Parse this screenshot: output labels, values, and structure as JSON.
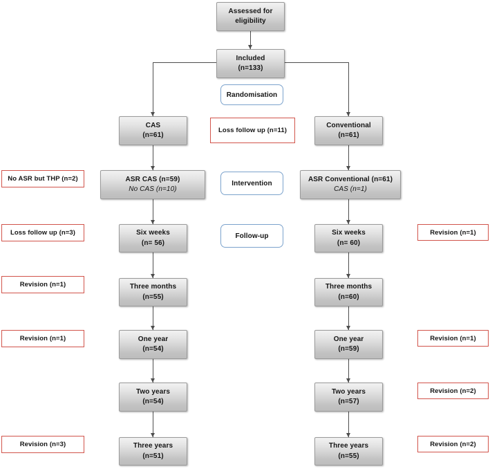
{
  "diagram": {
    "title": "CONSORT-style participant flow diagram",
    "colors": {
      "box_fill_light": "#f2f2f2",
      "box_fill_dark": "#bdbdbd",
      "box_border": "#9a9a9a",
      "red_border": "#d1534a",
      "blue_border": "#7ba2cc",
      "connector": "#4d4d4d",
      "text": "#141414"
    },
    "top": {
      "assessed": {
        "line1": "Assessed for",
        "line2": "eligibility"
      },
      "included": {
        "line1": "Included",
        "line2": "(n=133)"
      }
    },
    "stage_labels": {
      "randomisation": "Randomisation",
      "intervention": "Intervention",
      "followup": "Follow-up"
    },
    "center_notes": {
      "loss_followup_11": "Loss follow up (n=11)"
    },
    "left_arm": {
      "allocation": {
        "line1": "CAS",
        "line2": "(n=61)"
      },
      "intervention": {
        "line1": "ASR CAS (n=59)",
        "line2": "No CAS (n=10)"
      },
      "followups": [
        {
          "line1": "Six weeks",
          "line2": "(n= 56)"
        },
        {
          "line1": "Three months",
          "line2": "(n=55)"
        },
        {
          "line1": "One year",
          "line2": "(n=54)"
        },
        {
          "line1": "Two years",
          "line2": "(n=54)"
        },
        {
          "line1": "Three years",
          "line2": "(n=51)"
        }
      ]
    },
    "right_arm": {
      "allocation": {
        "line1": "Conventional",
        "line2": "(n=61)"
      },
      "intervention": {
        "line1": "ASR Conventional (n=61)",
        "line2": "CAS (n=1)"
      },
      "followups": [
        {
          "line1": "Six weeks",
          "line2": "(n= 60)"
        },
        {
          "line1": "Three months",
          "line2": "(n=60)"
        },
        {
          "line1": "One year",
          "line2": "(n=59)"
        },
        {
          "line1": "Two years",
          "line2": "(n=57)"
        },
        {
          "line1": "Three years",
          "line2": "(n=55)"
        }
      ]
    },
    "left_notes": [
      {
        "text": "No ASR but THP (n=2)"
      },
      {
        "text": "Loss follow up (n=3)"
      },
      {
        "text": "Revision (n=1)"
      },
      {
        "text": "Revision (n=1)"
      },
      {
        "text": "Revision (n=3)"
      }
    ],
    "right_notes": [
      {
        "text": "Revision (n=1)"
      },
      {
        "text": "Revision (n=1)"
      },
      {
        "text": "Revision (n=2)"
      },
      {
        "text": "Revision (n=2)"
      }
    ]
  }
}
